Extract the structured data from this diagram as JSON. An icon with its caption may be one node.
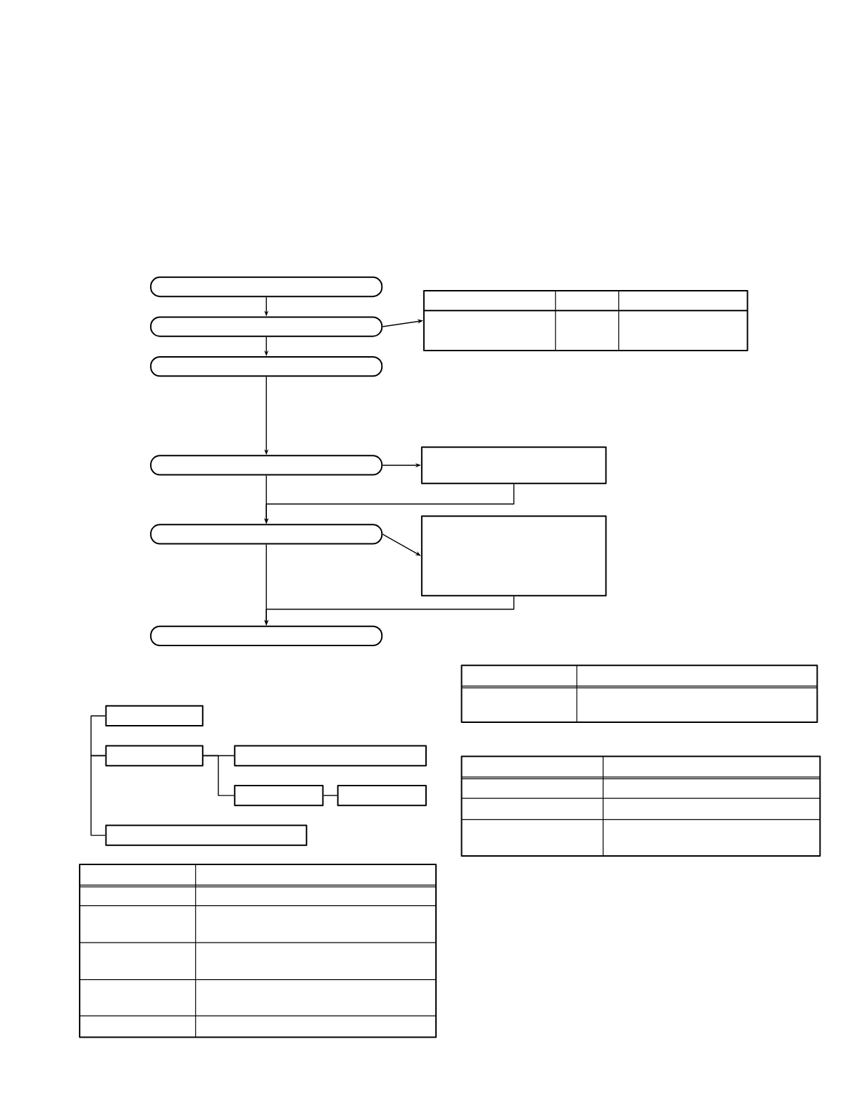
{
  "diagram": {
    "nodes": [
      {
        "text": [],
        "shape": "pill"
      },
      {
        "text": [],
        "shape": "pill"
      },
      {
        "text": [],
        "shape": "table"
      },
      {
        "text": [],
        "shape": "pill"
      },
      {
        "text": [],
        "shape": "pill"
      },
      {
        "text": [],
        "shape": "box"
      },
      {
        "text": [],
        "shape": "pill"
      },
      {
        "text": [],
        "shape": "box"
      },
      {
        "text": [],
        "shape": "pill"
      },
      {
        "text": [],
        "shape": "box"
      },
      {
        "text": [],
        "shape": "box"
      },
      {
        "text": [],
        "shape": "box"
      },
      {
        "text": [],
        "shape": "box"
      },
      {
        "text": [],
        "shape": "box"
      },
      {
        "text": [],
        "shape": "box"
      }
    ],
    "edges": [
      {
        "from": 0,
        "to": 1,
        "arrow": "to"
      },
      {
        "from": 1,
        "to": 2,
        "arrow": "to"
      },
      {
        "from": 1,
        "to": 3,
        "arrow": "to"
      },
      {
        "from": 3,
        "to": 4,
        "arrow": "to"
      },
      {
        "from": 4,
        "to": 5,
        "arrow": "to"
      },
      {
        "from": 5,
        "to": 6,
        "arrow": "to"
      },
      {
        "from": 4,
        "to": 6,
        "arrow": "to"
      },
      {
        "from": 6,
        "to": 7,
        "arrow": "to"
      },
      {
        "from": 7,
        "to": 8,
        "arrow": "to"
      },
      {
        "from": 6,
        "to": 8,
        "arrow": "to"
      },
      {
        "from": 9,
        "to": 10,
        "arrow": "none"
      },
      {
        "from": 10,
        "to": 14,
        "arrow": "none"
      },
      {
        "from": 10,
        "to": 11,
        "arrow": "none"
      },
      {
        "from": 10,
        "to": 12,
        "arrow": "none"
      },
      {
        "from": 12,
        "to": 13,
        "arrow": "none"
      }
    ]
  }
}
